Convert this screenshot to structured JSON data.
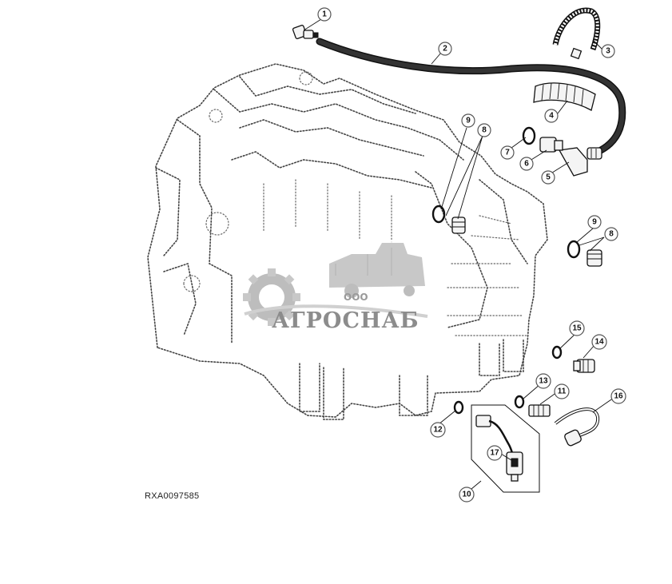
{
  "diagram": {
    "reference_code": "RXA0097585",
    "callouts": [
      "1",
      "2",
      "3",
      "4",
      "5",
      "6",
      "7",
      "8",
      "8",
      "9",
      "9",
      "10",
      "11",
      "12",
      "13",
      "14",
      "15",
      "16",
      "17"
    ]
  },
  "watermark": {
    "small_text": "ООО",
    "brand_text": "АГРОСНАБ"
  }
}
